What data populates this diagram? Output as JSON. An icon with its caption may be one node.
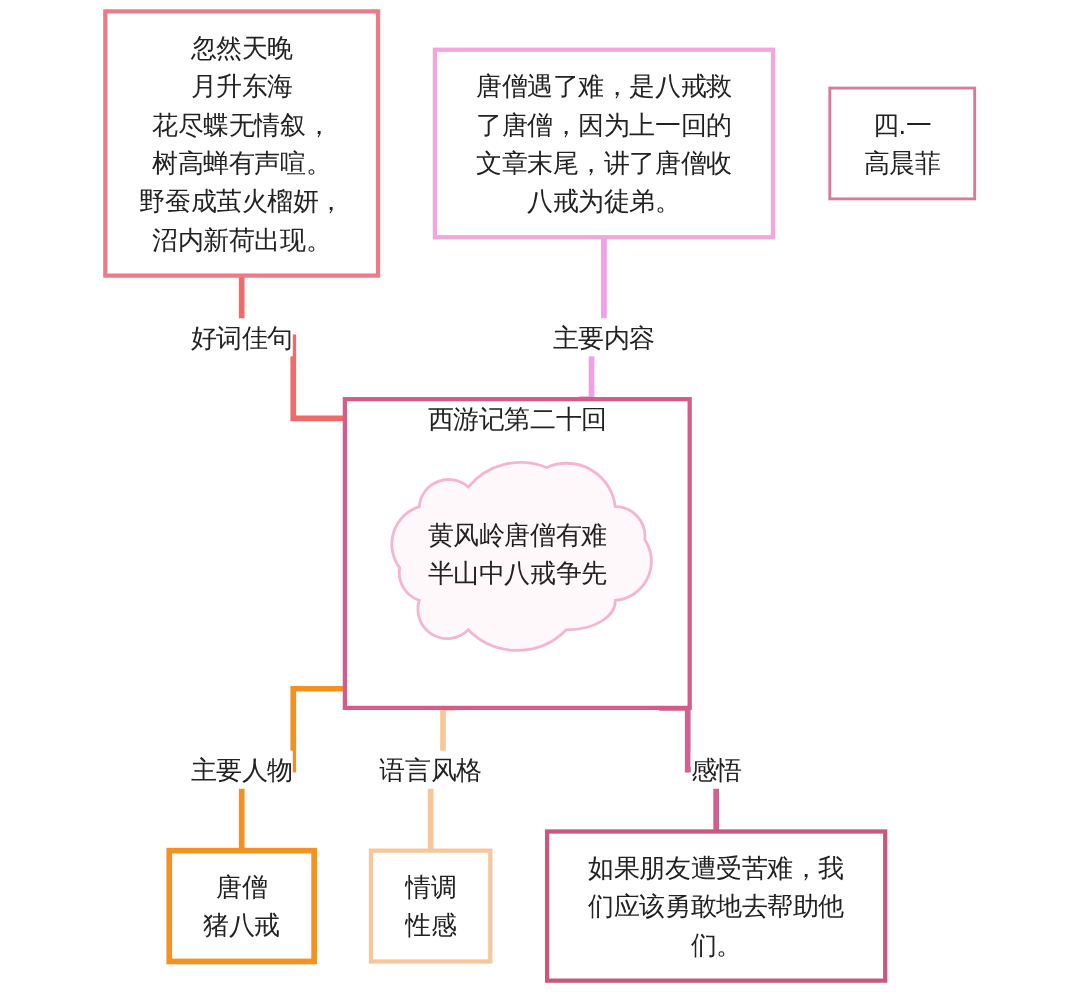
{
  "diagram": {
    "nodes": [
      {
        "text": [
          "忽然天晚",
          "月升东海",
          "花尽蝶无情叙，",
          "树高蝉有声喧。",
          "野蚕成茧火榴妍，",
          "沼内新荷出现。"
        ]
      },
      {
        "text": [
          "唐僧遇了难，是八戒救了唐僧，因为上一回的文章末尾，讲了唐僧收八戒为徒弟。"
        ]
      },
      {
        "text": [
          "四.一",
          "高晨菲"
        ]
      },
      {
        "text": [
          "西游记第二十回"
        ]
      },
      {
        "text": [
          "黄风岭唐僧有难",
          "半山中八戒争先"
        ],
        "in": 3
      },
      {
        "text": [
          "唐僧",
          "猪八戒"
        ]
      },
      {
        "text": [
          "情调",
          "性感"
        ]
      },
      {
        "text": [
          "如果朋友遭受苦难，我们应该勇敢地去帮助他们。"
        ]
      }
    ],
    "edges": [
      {
        "from": 0,
        "to": 3,
        "arrow": "none",
        "label": "好词佳句",
        "color": "#f06a6a"
      },
      {
        "from": 1,
        "to": 3,
        "arrow": "none",
        "label": "主要内容",
        "color": "#f2a0e6"
      },
      {
        "from": 3,
        "to": 5,
        "arrow": "none",
        "label": "主要人物",
        "color": "#f5901e"
      },
      {
        "from": 3,
        "to": 6,
        "arrow": "none",
        "label": "语言风格",
        "color": "#f7c79a"
      },
      {
        "from": 3,
        "to": 7,
        "arrow": "none",
        "label": "感悟",
        "color": "#d0608e"
      }
    ]
  }
}
